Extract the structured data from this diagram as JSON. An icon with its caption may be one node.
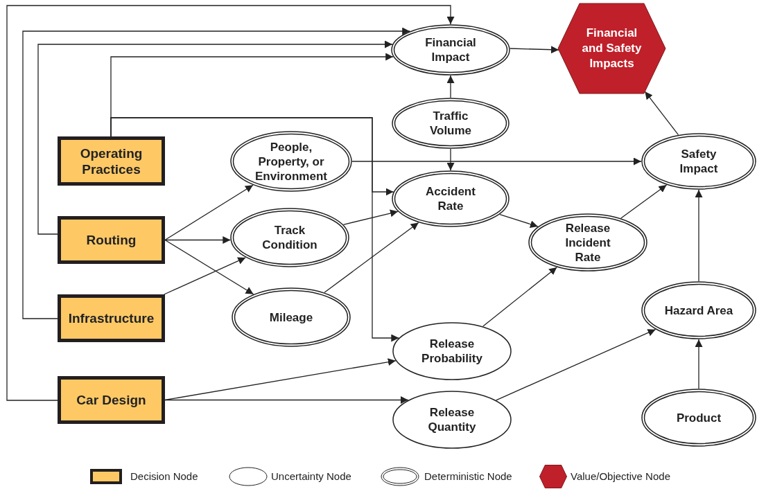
{
  "diagram": {
    "nodes": [
      {
        "text": [
          "Operating Practices"
        ]
      },
      {
        "text": [
          "Routing"
        ]
      },
      {
        "text": [
          "Infrastructure"
        ]
      },
      {
        "text": [
          "Car Design"
        ]
      },
      {
        "text": [
          "Financial Impact"
        ]
      },
      {
        "text": [
          "Financial and Safety Impacts"
        ]
      },
      {
        "text": [
          "Traffic Volume"
        ]
      },
      {
        "text": [
          "People, Property, or Environment"
        ]
      },
      {
        "text": [
          "Accident Rate"
        ]
      },
      {
        "text": [
          "Safety Impact"
        ]
      },
      {
        "text": [
          "Track Condition"
        ]
      },
      {
        "text": [
          "Release Incident Rate"
        ]
      },
      {
        "text": [
          "Mileage"
        ]
      },
      {
        "text": [
          "Hazard Area"
        ]
      },
      {
        "text": [
          "Release Probability"
        ]
      },
      {
        "text": [
          "Release Quantity"
        ]
      },
      {
        "text": [
          "Product"
        ]
      }
    ],
    "edges": [
      {
        "from": 3,
        "to": 4,
        "arrow": "to"
      },
      {
        "from": 2,
        "to": 4,
        "arrow": "to"
      },
      {
        "from": 1,
        "to": 4,
        "arrow": "to"
      },
      {
        "from": 0,
        "to": 4,
        "arrow": "to"
      },
      {
        "from": 0,
        "to": 8,
        "arrow": "to"
      },
      {
        "from": 0,
        "to": 14,
        "arrow": "to"
      },
      {
        "from": 4,
        "to": 5,
        "arrow": "to"
      },
      {
        "from": 6,
        "to": 4,
        "arrow": "to"
      },
      {
        "from": 6,
        "to": 8,
        "arrow": "to"
      },
      {
        "from": 1,
        "to": 7,
        "arrow": "to"
      },
      {
        "from": 1,
        "to": 10,
        "arrow": "to"
      },
      {
        "from": 1,
        "to": 12,
        "arrow": "to"
      },
      {
        "from": 2,
        "to": 10,
        "arrow": "to"
      },
      {
        "from": 3,
        "to": 14,
        "arrow": "to"
      },
      {
        "from": 3,
        "to": 15,
        "arrow": "to"
      },
      {
        "from": 7,
        "to": 9,
        "arrow": "to"
      },
      {
        "from": 10,
        "to": 8,
        "arrow": "to"
      },
      {
        "from": 12,
        "to": 8,
        "arrow": "to"
      },
      {
        "from": 8,
        "to": 11,
        "arrow": "to"
      },
      {
        "from": 14,
        "to": 11,
        "arrow": "to"
      },
      {
        "from": 11,
        "to": 9,
        "arrow": "to"
      },
      {
        "from": 9,
        "to": 5,
        "arrow": "to"
      },
      {
        "from": 15,
        "to": 13,
        "arrow": "to"
      },
      {
        "from": 13,
        "to": 9,
        "arrow": "to"
      },
      {
        "from": 16,
        "to": 13,
        "arrow": "to"
      }
    ],
    "legend": [
      {
        "text": "Decision Node",
        "color": "#fec965"
      },
      {
        "text": "Uncertainty Node"
      },
      {
        "text": "Deterministic Node"
      },
      {
        "text": "Value/Objective Node",
        "color": "#c0202a"
      }
    ]
  }
}
